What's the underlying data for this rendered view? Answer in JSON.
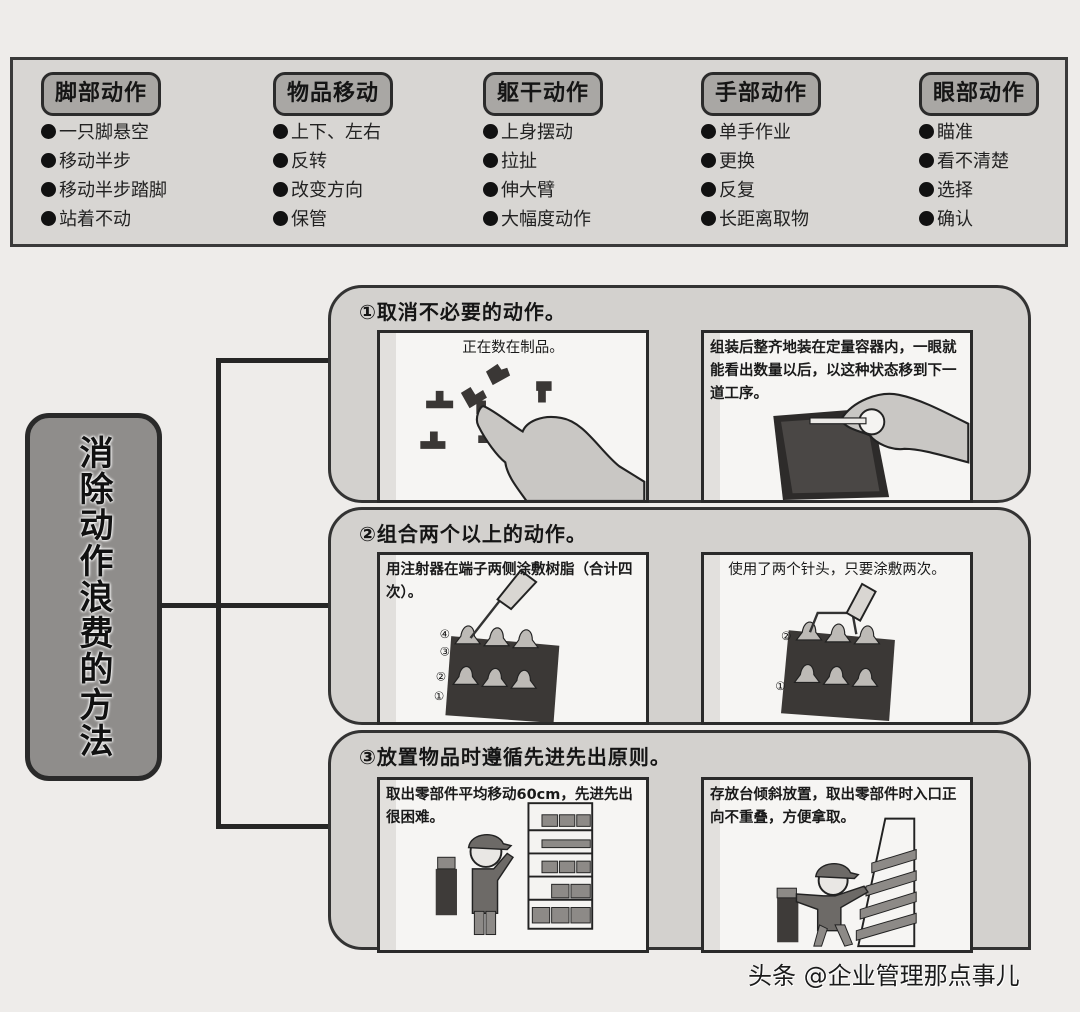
{
  "categories": [
    {
      "title": "脚部动作",
      "items": [
        "一只脚悬空",
        "移动半步",
        "移动半步踏脚",
        "站着不动"
      ]
    },
    {
      "title": "物品移动",
      "items": [
        "上下、左右",
        "反转",
        "改变方向",
        "保管"
      ]
    },
    {
      "title": "躯干动作",
      "items": [
        "上身摆动",
        "拉扯",
        "伸大臂",
        "大幅度动作"
      ]
    },
    {
      "title": "手部动作",
      "items": [
        "单手作业",
        "更换",
        "反复",
        "长距离取物"
      ]
    },
    {
      "title": "眼部动作",
      "items": [
        "瞄准",
        "看不清楚",
        "选择",
        "确认"
      ]
    }
  ],
  "main_title": "消除动作浪费的方法",
  "methods": [
    {
      "title": "①取消不必要的动作。",
      "before": {
        "caption": "正在数在制品。",
        "illustration": "hand-counting-parts"
      },
      "after": {
        "caption": "组装后整齐地装在定量容器内，一眼就能看出数量以后，以这种状态移到下一道工序。",
        "illustration": "hand-with-container-tray"
      }
    },
    {
      "title": "②组合两个以上的动作。",
      "before": {
        "caption": "用注射器在端子两侧涂敷树脂（合计四次）。",
        "illustration": "single-needle-syringe",
        "step_labels": [
          "④",
          "③",
          "②",
          "①"
        ]
      },
      "after": {
        "caption": "使用了两个针头，只要涂敷两次。",
        "illustration": "double-needle-syringe",
        "step_labels": [
          "②",
          "①"
        ]
      }
    },
    {
      "title": "③放置物品时遵循先进先出原则。",
      "before": {
        "caption": "取出零部件平均移动60cm，先进先出很困难。",
        "illustration": "worker-at-flat-shelf"
      },
      "after": {
        "caption": "存放台倾斜放置，取出零部件时入口正向不重叠，方便拿取。",
        "illustration": "worker-at-inclined-rack"
      }
    }
  ],
  "watermark": "头条 @企业管理那点事儿"
}
